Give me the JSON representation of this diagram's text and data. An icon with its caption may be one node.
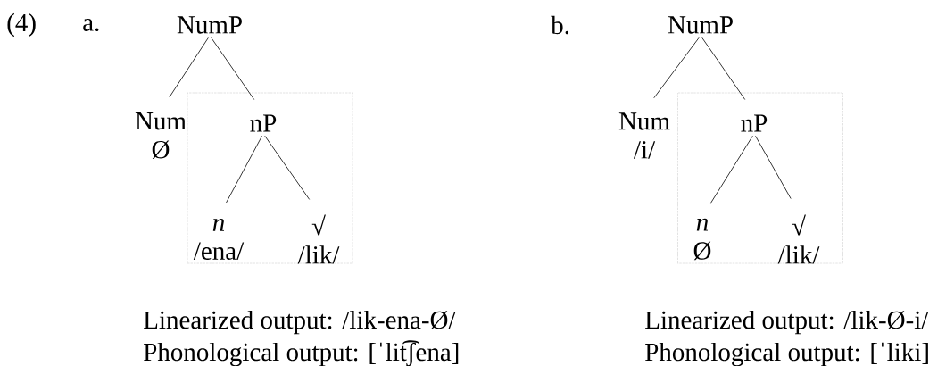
{
  "diagram": {
    "nodes": [
      {
        "text": [
          "NumP"
        ]
      },
      {
        "text": [
          "Num",
          "Ø"
        ]
      },
      {
        "text": [],
        "shape": "box"
      },
      {
        "text": [
          "nP"
        ],
        "in": 2
      },
      {
        "text": [
          "n",
          "/ena/"
        ],
        "in": 2
      },
      {
        "text": [
          "√",
          "/lik/"
        ],
        "in": 2
      },
      {
        "text": [
          "NumP"
        ]
      },
      {
        "text": [
          "Num",
          "/i/"
        ]
      },
      {
        "text": [],
        "shape": "box"
      },
      {
        "text": [
          "nP"
        ],
        "in": 8
      },
      {
        "text": [
          "n",
          "Ø"
        ],
        "in": 8
      },
      {
        "text": [
          "√",
          "/lik/"
        ],
        "in": 8
      }
    ],
    "edges": [
      {
        "from": 0,
        "to": 1,
        "arrow": "none"
      },
      {
        "from": 0,
        "to": 3,
        "arrow": "none"
      },
      {
        "from": 3,
        "to": 4,
        "arrow": "none"
      },
      {
        "from": 3,
        "to": 5,
        "arrow": "none"
      },
      {
        "from": 6,
        "to": 7,
        "arrow": "none"
      },
      {
        "from": 6,
        "to": 9,
        "arrow": "none"
      },
      {
        "from": 9,
        "to": 10,
        "arrow": "none"
      },
      {
        "from": 9,
        "to": 11,
        "arrow": "none"
      }
    ],
    "labels": [
      "(4)",
      "a.",
      "b.",
      "Linearized output: /lik-ena-Ø/",
      "Linearized output: /lik-Ø-i/",
      "Phonological output: [ˈlit͡ʃena]",
      "Phonological output: [ˈliki]"
    ]
  }
}
